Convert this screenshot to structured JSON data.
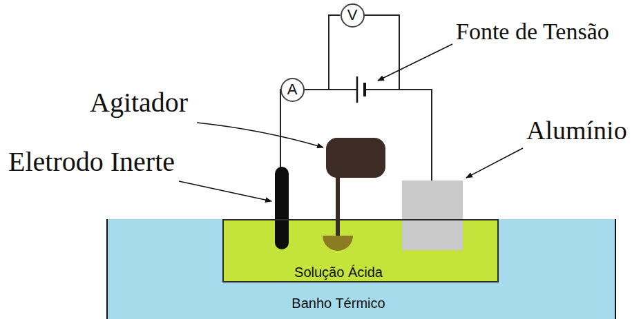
{
  "diagram": {
    "nodes": [
      {
        "text": [
          "V"
        ]
      },
      {
        "text": [
          "A"
        ]
      },
      {
        "text": [
          "Banho Térmico"
        ]
      },
      {
        "text": [
          "Solução Ácida"
        ],
        "in": 2
      }
    ],
    "edges": [
      {
        "from": 1,
        "to": 0,
        "arrow": "none"
      }
    ],
    "labels": [
      "Fonte de Tensão",
      "Agitador",
      "Eletrodo Inerte",
      "Alumínio"
    ]
  }
}
